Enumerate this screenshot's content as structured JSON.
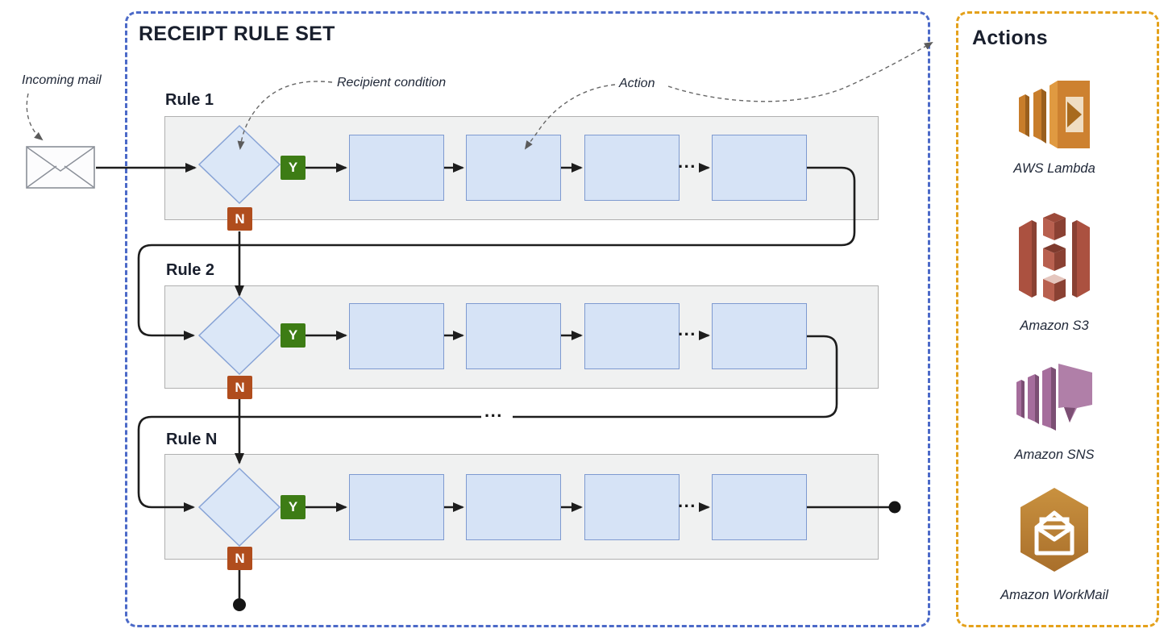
{
  "labels": {
    "incoming_mail": "Incoming mail",
    "recipient_condition": "Recipient condition",
    "action": "Action",
    "ellipsis": "..."
  },
  "rule_set": {
    "title": "RECEIPT RULE SET",
    "rules": [
      {
        "label": "Rule 1",
        "yes": "Y",
        "no": "N"
      },
      {
        "label": "Rule 2",
        "yes": "Y",
        "no": "N"
      },
      {
        "label": "Rule N",
        "yes": "Y",
        "no": "N"
      }
    ]
  },
  "actions_panel": {
    "title": "Actions",
    "services": [
      {
        "name": "AWS Lambda",
        "icon": "aws-lambda-icon"
      },
      {
        "name": "Amazon S3",
        "icon": "amazon-s3-icon"
      },
      {
        "name": "Amazon SNS",
        "icon": "amazon-sns-icon"
      },
      {
        "name": "Amazon WorkMail",
        "icon": "amazon-workmail-icon"
      }
    ]
  },
  "colors": {
    "rule_set_border": "#4c6ac8",
    "actions_border": "#e4a11b",
    "yes_badge": "#3d7c15",
    "no_badge": "#b04d1d",
    "action_box_fill": "#d6e3f6",
    "action_box_border": "#7e9ad0",
    "condition_fill": "#dbe7f7",
    "condition_border": "#87a3d6",
    "flow_line": "#1d1d1d"
  }
}
